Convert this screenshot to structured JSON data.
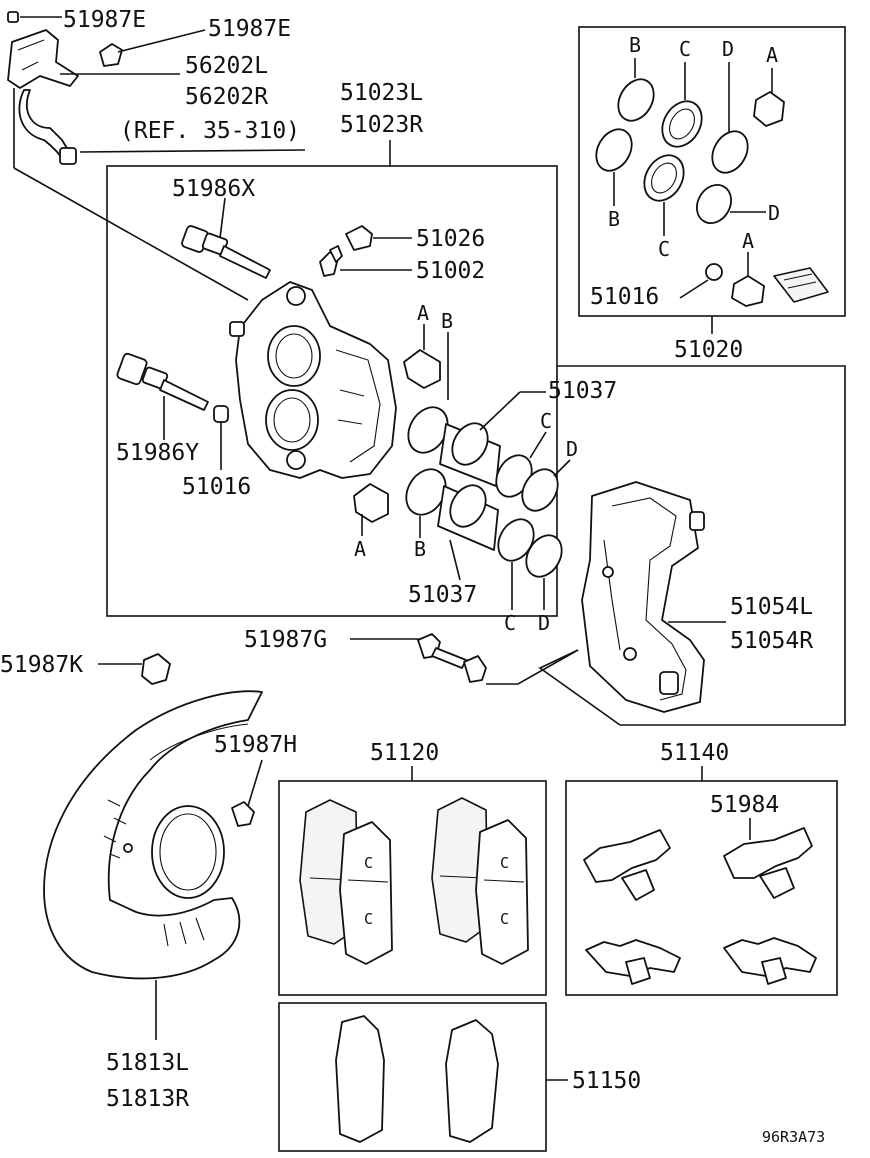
{
  "labels": {
    "p51987E_a": "51987E",
    "p51987E_b": "51987E",
    "p56202L": "56202L",
    "p56202R": "56202R",
    "ref": "(REF. 35-310)",
    "p51023L": "51023L",
    "p51023R": "51023R",
    "p51986X": "51986X",
    "p51026": "51026",
    "p51002": "51002",
    "p51037_top": "51037",
    "p51037_bot": "51037",
    "p51986Y": "51986Y",
    "p51016_left": "51016",
    "p51016_kit": "51016",
    "p51020": "51020",
    "p51054L": "51054L",
    "p51054R": "51054R",
    "p51987G": "51987G",
    "p51987K": "51987K",
    "p51987H": "51987H",
    "p51120": "51120",
    "p51140": "51140",
    "p51984": "51984",
    "p51150": "51150",
    "p51813L": "51813L",
    "p51813R": "51813R",
    "diagram_code": "96R3A73"
  },
  "letters": {
    "A": "A",
    "B": "B",
    "C": "C",
    "D": "D"
  }
}
